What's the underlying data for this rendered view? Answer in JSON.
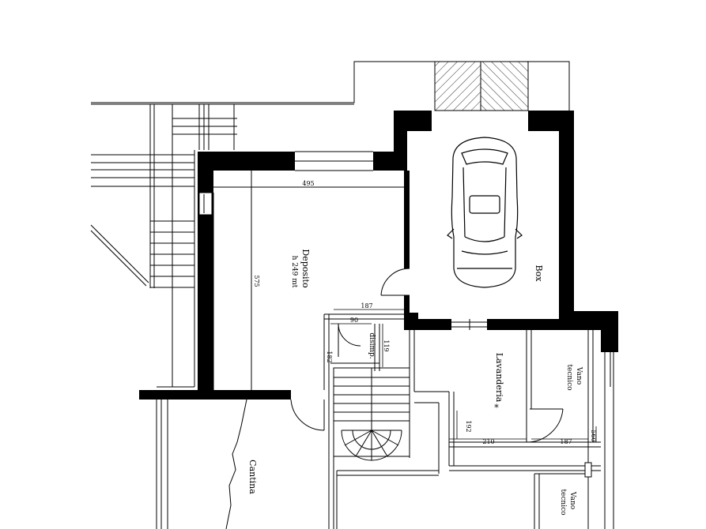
{
  "rooms": {
    "deposito": {
      "name": "Deposito",
      "height_note": "h 249 mt"
    },
    "box": {
      "name": "Box"
    },
    "disimpegno": {
      "name": "disimp."
    },
    "lavanderia": {
      "name": "Lavanderia",
      "marker": "*"
    },
    "vano_tecnico_upper": {
      "line1": "Vano",
      "line2": "tecnico"
    },
    "vano_tecnico_lower": {
      "line1": "Vano",
      "line2": "tecnico"
    },
    "cantina": {
      "name": "Cantina"
    }
  },
  "dimensions": {
    "deposito_width": "495",
    "deposito_depth": "575",
    "disimp_width": "187",
    "door_width": "90",
    "stair_height": "182",
    "disimp_depth": "119",
    "lav_depth": "192",
    "lav_width": "210",
    "vano_width": "187",
    "vano_depth": "560"
  }
}
